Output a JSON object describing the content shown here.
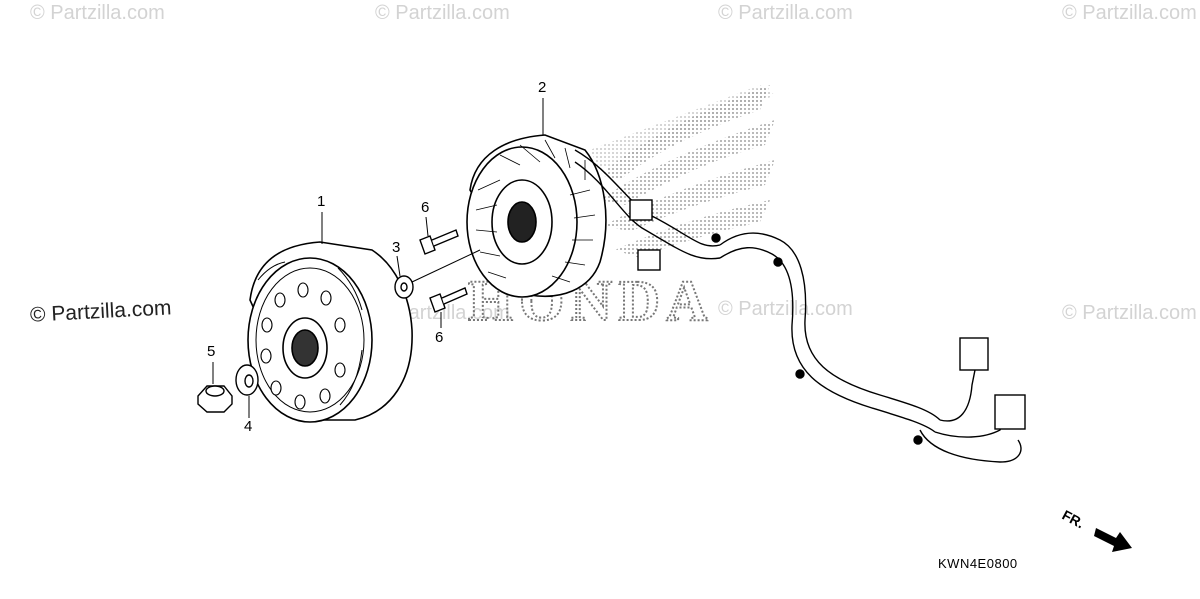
{
  "watermark": {
    "text": "© Partzilla.com"
  },
  "diagram": {
    "code": "KWN4E0800",
    "direction_label": "FR.",
    "brand_text": "HONDA",
    "callouts": [
      "1",
      "2",
      "3",
      "4",
      "5",
      "6",
      "6"
    ]
  },
  "colors": {
    "watermark": "#d3d3d3",
    "line": "#000000",
    "brand_pattern": "#999999"
  }
}
